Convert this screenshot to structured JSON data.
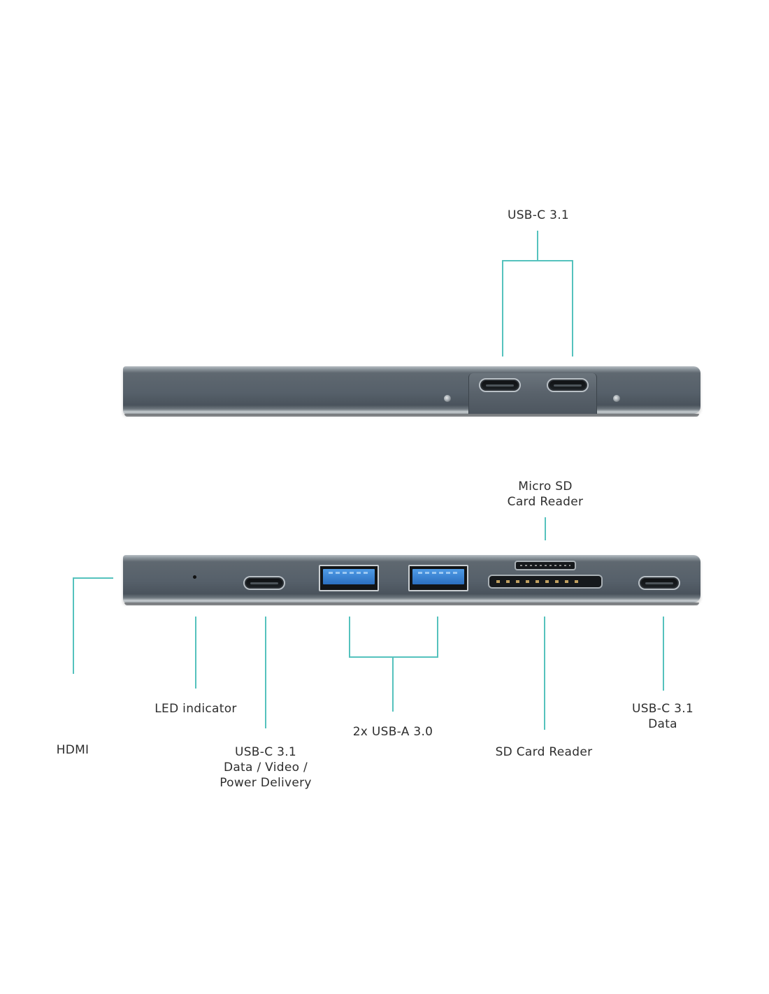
{
  "top_view": {
    "usbc_pair_label": "USB-C 3.1"
  },
  "front_view": {
    "micro_sd": {
      "line1": "Micro SD",
      "line2": "Card Reader"
    },
    "hdmi": "HDMI",
    "led": "LED indicator",
    "usbc_pd": {
      "line1": "USB-C 3.1",
      "line2": "Data / Video /",
      "line3": "Power Delivery"
    },
    "usba": "2x USB-A 3.0",
    "sd": "SD Card Reader",
    "usbc_data": {
      "line1": "USB-C 3.1",
      "line2": "Data"
    }
  },
  "colors": {
    "callout_line": "#55c2bd",
    "body": "#56606a",
    "usba_blue": "#2b6fc0"
  }
}
